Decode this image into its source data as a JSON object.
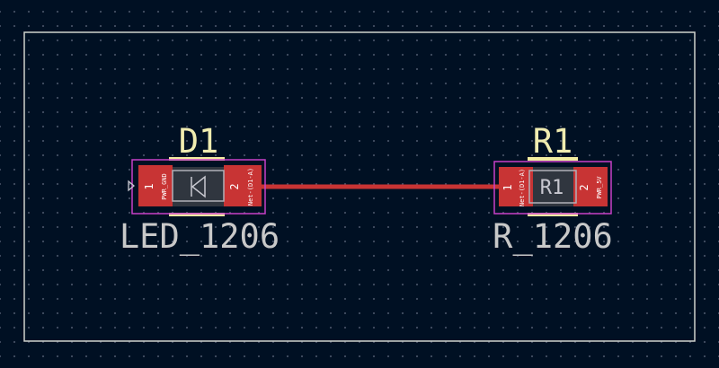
{
  "board": {
    "colors": {
      "background": "#001023",
      "edge_cuts": "#d0d2cd",
      "pad": "#c83434",
      "track": "#c83434",
      "courtyard": "#c840c8",
      "silkscreen": "#f2eda1",
      "fab_outline": "#b0b0b8",
      "body": "#30363f"
    }
  },
  "footprints": [
    {
      "reference": "D1",
      "value": "LED_1206",
      "symbol": "diode-icon",
      "pads": [
        {
          "number": "1",
          "net": "PWR_GND"
        },
        {
          "number": "2",
          "net": "Net-(D1-A)"
        }
      ]
    },
    {
      "reference": "R1",
      "value": "R_1206",
      "fab_reference": "R1",
      "pads": [
        {
          "number": "1",
          "net": "Net-(D1-A)"
        },
        {
          "number": "2",
          "net": "PWR_5V"
        }
      ]
    }
  ],
  "track": {
    "net": "Net-(D1-A)"
  }
}
